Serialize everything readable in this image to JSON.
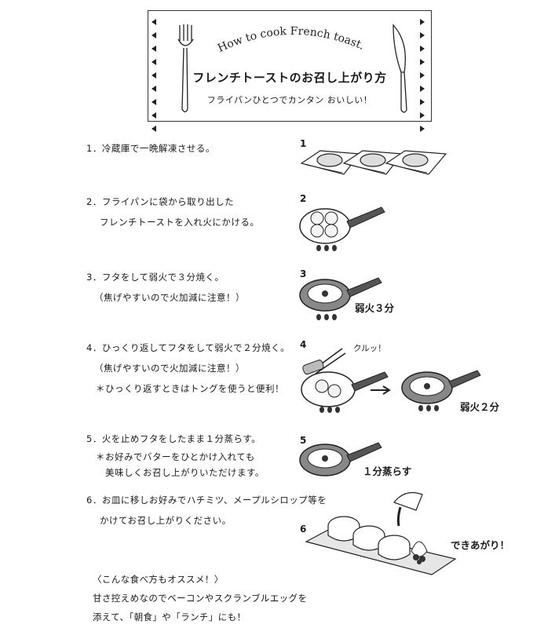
{
  "header": {
    "arc_title": "How to cook French toast.",
    "title": "フレンチトーストのお召し上がり方",
    "subtitle": "フライパンひとつでカンタン おいしい！",
    "icons": [
      "fork-icon",
      "knife-icon"
    ]
  },
  "steps": [
    {
      "lines": [
        "1．冷蔵庫で一晩解凍させる。"
      ]
    },
    {
      "lines": [
        "2．フライパンに袋から取り出した",
        "フレンチトーストを入れ火にかける。"
      ]
    },
    {
      "lines": [
        "3．フタをして弱火で３分焼く。",
        "（焦げやすいので火加減に注意！）"
      ]
    },
    {
      "lines": [
        "4．ひっくり返してフタをして弱火で２分焼く。",
        "（焦げやすいので火加減に注意！）",
        "＊ひっくり返すときはトングを使うと便利！"
      ]
    },
    {
      "lines": [
        "5．火を止めフタをしたまま１分蒸らす。",
        "＊お好みでバターをひとかけ入れても",
        "美味しくお召し上がりいただけます。"
      ]
    },
    {
      "lines": [
        "6．お皿に移しお好みでハチミツ、メープルシロップ等を",
        "かけてお召し上がりください。"
      ]
    }
  ],
  "illustrations": {
    "numbers": [
      "1",
      "2",
      "3",
      "4",
      "5",
      "6"
    ],
    "step3_label": "弱火３分",
    "step4_sound": "クルッ！",
    "step4_label": "弱火２分",
    "step5_label": "１分蒸らす",
    "step6_label": "できあがり！"
  },
  "recommend": {
    "title": "〈こんな食べ方もオススメ！〉",
    "lines": [
      "甘さ控えめなのでベーコンやスクランブルエッグを",
      "添えて、「朝食」や「ランチ」にも！"
    ]
  }
}
